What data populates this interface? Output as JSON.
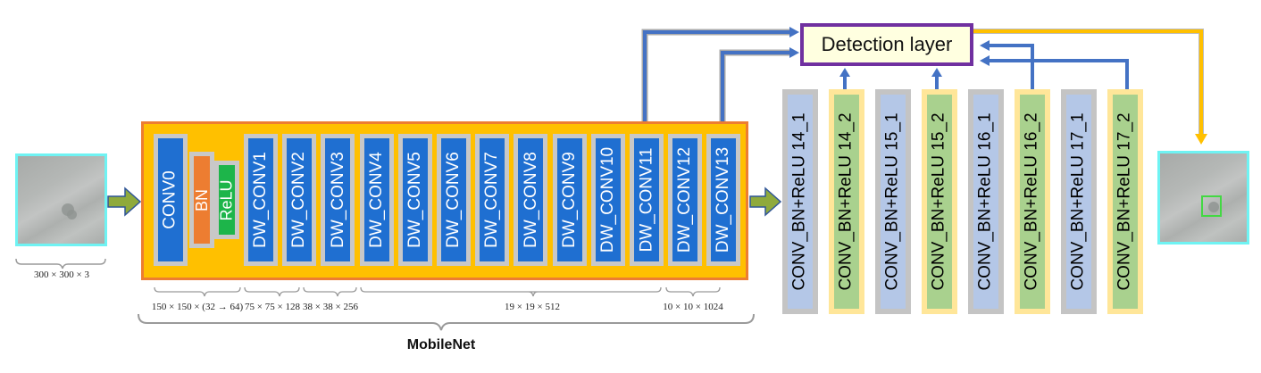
{
  "input_image": {
    "size_label": "300 × 300 × 3"
  },
  "mobilenet": {
    "label": "MobileNet",
    "layers": [
      {
        "name": "CONV0",
        "type": "conv"
      },
      {
        "name": "BN",
        "type": "bn"
      },
      {
        "name": "ReLU",
        "type": "relu"
      },
      {
        "name": "DW_CONV1",
        "type": "dw"
      },
      {
        "name": "DW_CONV2",
        "type": "dw"
      },
      {
        "name": "DW_CONV3",
        "type": "dw"
      },
      {
        "name": "DW_CONV4",
        "type": "dw"
      },
      {
        "name": "DW_CONV5",
        "type": "dw"
      },
      {
        "name": "DW_CONV6",
        "type": "dw"
      },
      {
        "name": "DW_CONV7",
        "type": "dw"
      },
      {
        "name": "DW_CONV8",
        "type": "dw"
      },
      {
        "name": "DW_CONV9",
        "type": "dw"
      },
      {
        "name": "DW_CONV10",
        "type": "dw"
      },
      {
        "name": "DW_CONV11",
        "type": "dw"
      },
      {
        "name": "DW_CONV12",
        "type": "dw"
      },
      {
        "name": "DW_CONV13",
        "type": "dw"
      }
    ],
    "dimension_groups": [
      {
        "label": "150 × 150 × (32 → 64)"
      },
      {
        "label": "75 × 75 × 128"
      },
      {
        "label": "38 × 38 × 256"
      },
      {
        "label": "19 × 19 × 512"
      },
      {
        "label": "10 × 10 × 1024"
      }
    ]
  },
  "extra_layers": [
    {
      "name": "CONV_BN+ReLU 14_1",
      "kind": "first"
    },
    {
      "name": "CONV_BN+ReLU 14_2",
      "kind": "second"
    },
    {
      "name": "CONV_BN+ReLU 15_1",
      "kind": "first"
    },
    {
      "name": "CONV_BN+ReLU 15_2",
      "kind": "second"
    },
    {
      "name": "CONV_BN+ReLU 16_1",
      "kind": "first"
    },
    {
      "name": "CONV_BN+ReLU 16_2",
      "kind": "second"
    },
    {
      "name": "CONV_BN+ReLU 17_1",
      "kind": "first"
    },
    {
      "name": "CONV_BN+ReLU 17_2",
      "kind": "second"
    }
  ],
  "detection_layer": {
    "label": "Detection layer"
  },
  "colors": {
    "mobilenet_bg": "#ffc000",
    "mobilenet_border": "#ed7d31",
    "dw_conv": "#1f6fd1",
    "bn": "#ed7d31",
    "relu": "#1db54a",
    "extra_first": "#b4c7e7",
    "extra_second": "#a9d18e",
    "feature_arrow": "#4472c4",
    "output_arrow": "#ffc000",
    "flow_arrow": "#8faa3c",
    "detection_border": "#7030a0",
    "image_border": "#6ff3f3"
  }
}
